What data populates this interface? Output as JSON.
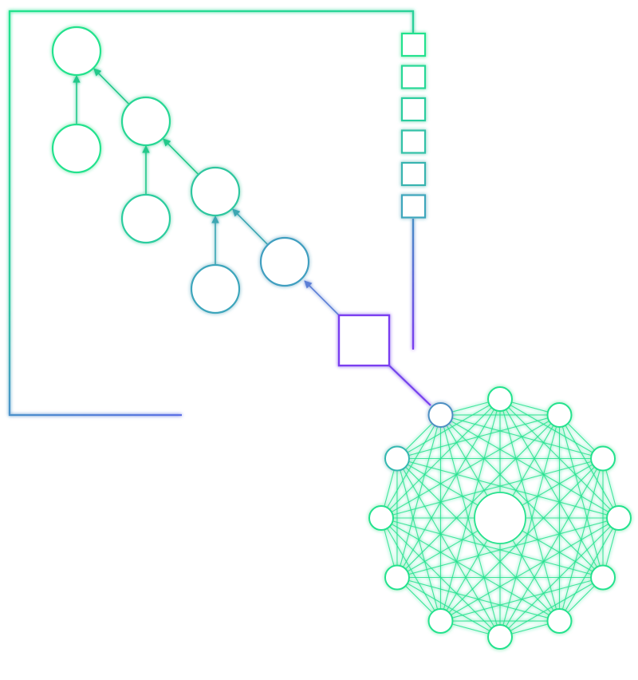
{
  "colors": {
    "green": "#22e28e",
    "teal": "#3aa6b2",
    "blue": "#4b8fc2",
    "violet": "#7a3cf0",
    "background": "#ffffff"
  },
  "diagram": {
    "tree_spine_nodes": 4,
    "tree_leaf_nodes": 3,
    "chain_blocks": 6,
    "complete_graph_nodes": 12
  }
}
